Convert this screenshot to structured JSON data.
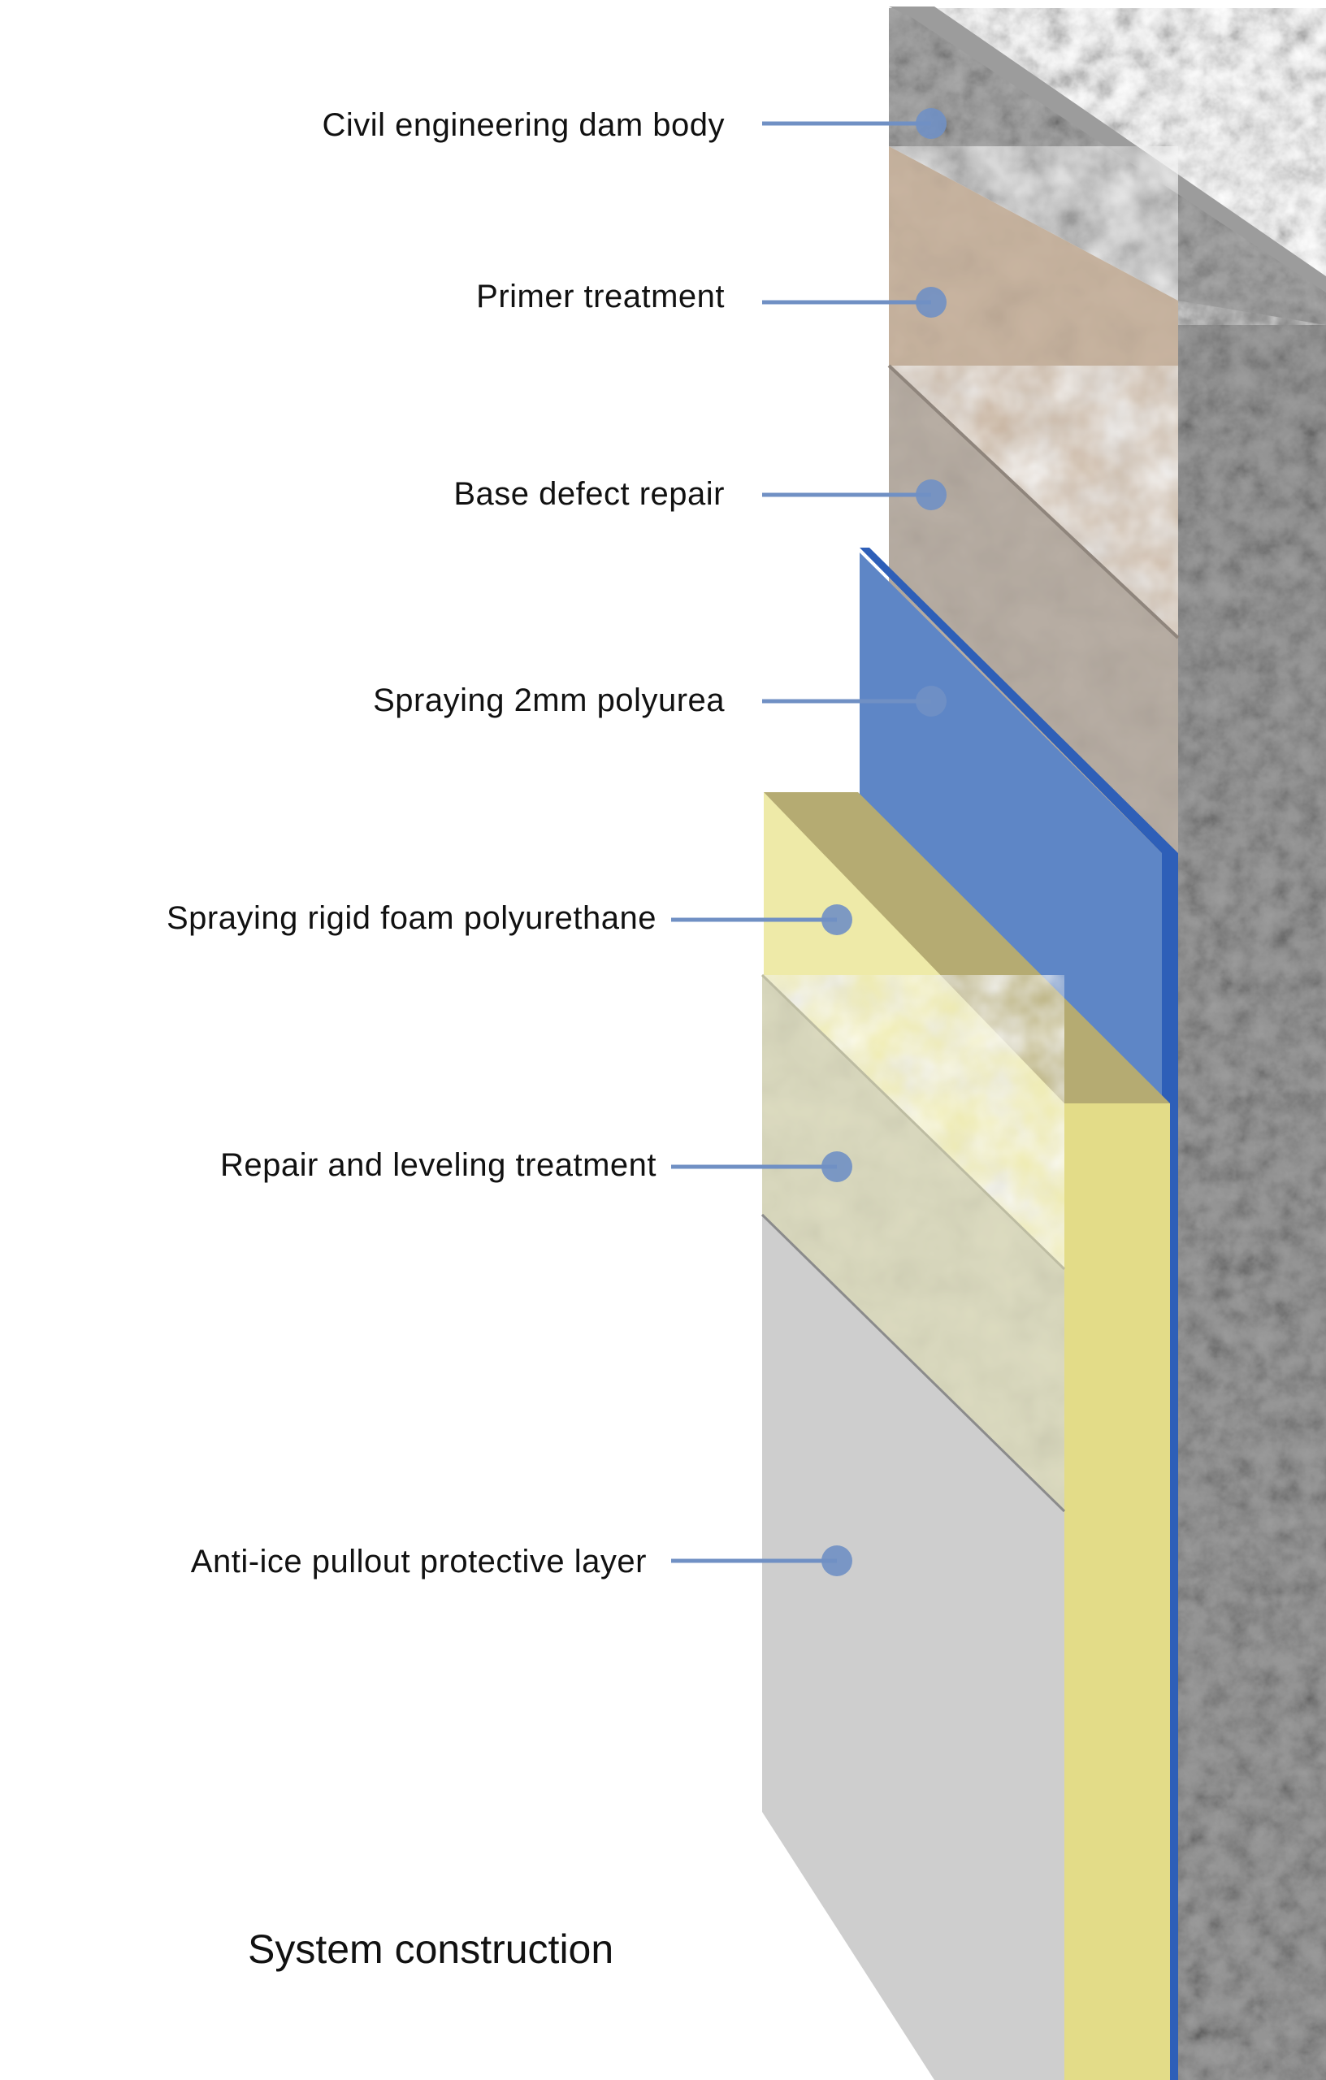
{
  "colors": {
    "background": "#ffffff",
    "concrete": "#a9a9a9",
    "concrete_side": "#9c9c9c",
    "primer": "#c8b4a0",
    "base_repair": "#b8aea4",
    "polyurea": "#5e86c6",
    "polyurea_edge": "#2e5fb8",
    "foam_face": "#eeeaa8",
    "foam_top": "#b5ab72",
    "foam_side": "#e3dc88",
    "leveling": "#dcdbc0",
    "protective": "#cecece",
    "leader": "#7090c4",
    "text": "#111111"
  },
  "layers": [
    {
      "label": "Civil engineering dam body"
    },
    {
      "label": "Primer treatment"
    },
    {
      "label": "Base defect repair"
    },
    {
      "label": "Spraying 2mm polyurea"
    },
    {
      "label": "Spraying rigid foam polyurethane"
    },
    {
      "label": "Repair and leveling treatment"
    },
    {
      "label": "Anti-ice pullout protective layer"
    }
  ],
  "caption": "System construction"
}
